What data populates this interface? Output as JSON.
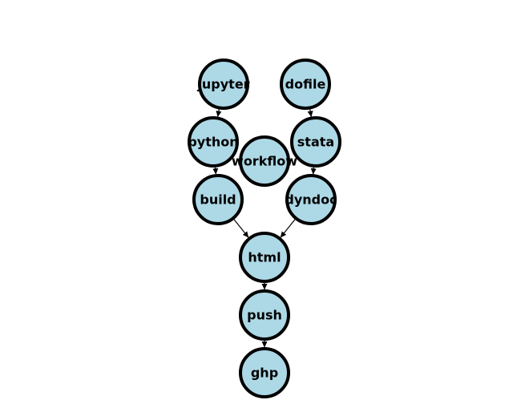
{
  "diagram": {
    "nodes": [
      {
        "id": "jupyter",
        "label": "jupyter"
      },
      {
        "id": "dofile",
        "label": "dofile"
      },
      {
        "id": "python",
        "label": "python"
      },
      {
        "id": "stata",
        "label": "stata"
      },
      {
        "id": "workflow",
        "label": "workflow"
      },
      {
        "id": "build",
        "label": "build"
      },
      {
        "id": "dyndoc",
        "label": "dyndoc"
      },
      {
        "id": "html",
        "label": "html"
      },
      {
        "id": "push",
        "label": "push"
      },
      {
        "id": "ghp",
        "label": "ghp"
      }
    ],
    "edges": [
      {
        "from": "jupyter",
        "to": "python"
      },
      {
        "from": "dofile",
        "to": "stata"
      },
      {
        "from": "python",
        "to": "build"
      },
      {
        "from": "stata",
        "to": "dyndoc"
      },
      {
        "from": "build",
        "to": "html"
      },
      {
        "from": "dyndoc",
        "to": "html"
      },
      {
        "from": "html",
        "to": "push"
      },
      {
        "from": "push",
        "to": "ghp"
      }
    ],
    "colors": {
      "node_fill": "#add8e6",
      "node_stroke": "#000000",
      "edge": "#000000"
    }
  }
}
